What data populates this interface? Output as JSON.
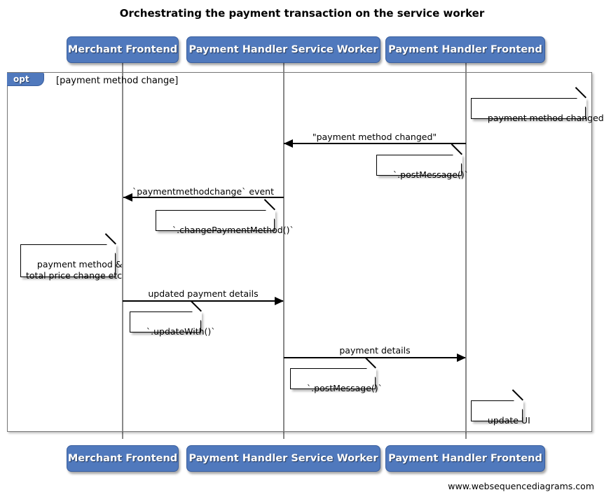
{
  "title": "Orchestrating the payment transaction on the service worker",
  "footer": "www.websequencediagrams.com",
  "colors": {
    "participant_fill": "#5079bd",
    "participant_border": "#3a5f9e",
    "participant_text": "#ffffff",
    "frame_border": "#777777",
    "lifeline": "#888888",
    "message": "#000000",
    "note_fill": "#ffffff",
    "note_border": "#000000",
    "background": "#ffffff"
  },
  "participants": [
    {
      "id": "merchant-frontend",
      "label": "Merchant Frontend"
    },
    {
      "id": "payment-handler-service-worker",
      "label": "Payment Handler Service Worker"
    },
    {
      "id": "payment-handler-frontend",
      "label": "Payment Handler Frontend"
    }
  ],
  "fragment": {
    "type": "opt",
    "label": "opt",
    "guard": "[payment method change]"
  },
  "messages": [
    {
      "id": "payment-method-changed",
      "label": "\"payment method changed\"",
      "from": "payment-handler-frontend",
      "to": "payment-handler-service-worker",
      "direction": "left"
    },
    {
      "id": "paymentmethodchange-event",
      "label": "`paymentmethodchange` event",
      "from": "payment-handler-service-worker",
      "to": "merchant-frontend",
      "direction": "left"
    },
    {
      "id": "updated-payment-details",
      "label": "updated payment details",
      "from": "merchant-frontend",
      "to": "payment-handler-service-worker",
      "direction": "right"
    },
    {
      "id": "payment-details",
      "label": "payment details",
      "from": "payment-handler-service-worker",
      "to": "payment-handler-frontend",
      "direction": "right"
    }
  ],
  "notes": [
    {
      "id": "note-payment-method-changed",
      "text": "payment method changed"
    },
    {
      "id": "note-post-message-1",
      "text": "`.postMessage()`"
    },
    {
      "id": "note-change-payment-method",
      "text": "`.changePaymentMethod()`"
    },
    {
      "id": "note-payment-method-total-price",
      "text": "payment method &\ntotal price change etc"
    },
    {
      "id": "note-update-with",
      "text": "`.updateWith()`"
    },
    {
      "id": "note-post-message-2",
      "text": "`.postMessage()`"
    },
    {
      "id": "note-update-ui",
      "text": "update UI"
    }
  ]
}
